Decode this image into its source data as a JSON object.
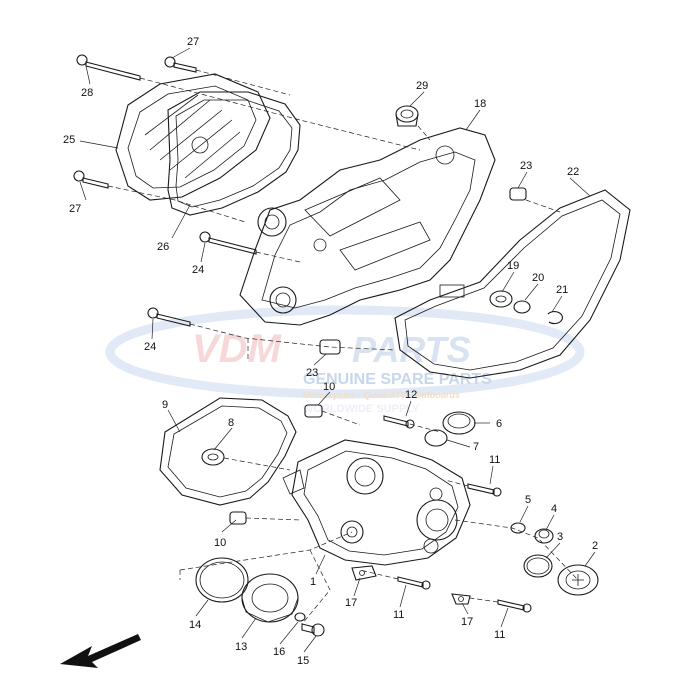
{
  "watermark": {
    "brand_left": "VDM",
    "brand_right": "PARTS",
    "tagline": "GENUINE SPARE PARTS",
    "segments": "Motorcycles - Quad/ATV - Outboards",
    "bottom_line": "WORLDWIDE SUPPLY",
    "colors": {
      "red": "#e04a4a",
      "blue": "#5b86c4",
      "light_blue": "#c8d8ee",
      "orange": "#e89a3c"
    }
  },
  "callouts": [
    {
      "id": "c1",
      "text": "1"
    },
    {
      "id": "c2",
      "text": "2"
    },
    {
      "id": "c3",
      "text": "3"
    },
    {
      "id": "c4",
      "text": "4"
    },
    {
      "id": "c5",
      "text": "5"
    },
    {
      "id": "c6",
      "text": "6"
    },
    {
      "id": "c7",
      "text": "7"
    },
    {
      "id": "c8",
      "text": "8"
    },
    {
      "id": "c9",
      "text": "9"
    },
    {
      "id": "c10a",
      "text": "10"
    },
    {
      "id": "c10b",
      "text": "10"
    },
    {
      "id": "c11a",
      "text": "11"
    },
    {
      "id": "c11b",
      "text": "11"
    },
    {
      "id": "c11c",
      "text": "11"
    },
    {
      "id": "c12",
      "text": "12"
    },
    {
      "id": "c13",
      "text": "13"
    },
    {
      "id": "c14",
      "text": "14"
    },
    {
      "id": "c15",
      "text": "15"
    },
    {
      "id": "c16",
      "text": "16"
    },
    {
      "id": "c17a",
      "text": "17"
    },
    {
      "id": "c17b",
      "text": "17"
    },
    {
      "id": "c18",
      "text": "18"
    },
    {
      "id": "c19",
      "text": "19"
    },
    {
      "id": "c20",
      "text": "20"
    },
    {
      "id": "c21",
      "text": "21"
    },
    {
      "id": "c22",
      "text": "22"
    },
    {
      "id": "c23a",
      "text": "23"
    },
    {
      "id": "c23b",
      "text": "23"
    },
    {
      "id": "c24a",
      "text": "24"
    },
    {
      "id": "c24b",
      "text": "24"
    },
    {
      "id": "c25",
      "text": "25"
    },
    {
      "id": "c26",
      "text": "26"
    },
    {
      "id": "c27a",
      "text": "27"
    },
    {
      "id": "c27b",
      "text": "27"
    },
    {
      "id": "c28",
      "text": "28"
    },
    {
      "id": "c29",
      "text": "29"
    }
  ]
}
